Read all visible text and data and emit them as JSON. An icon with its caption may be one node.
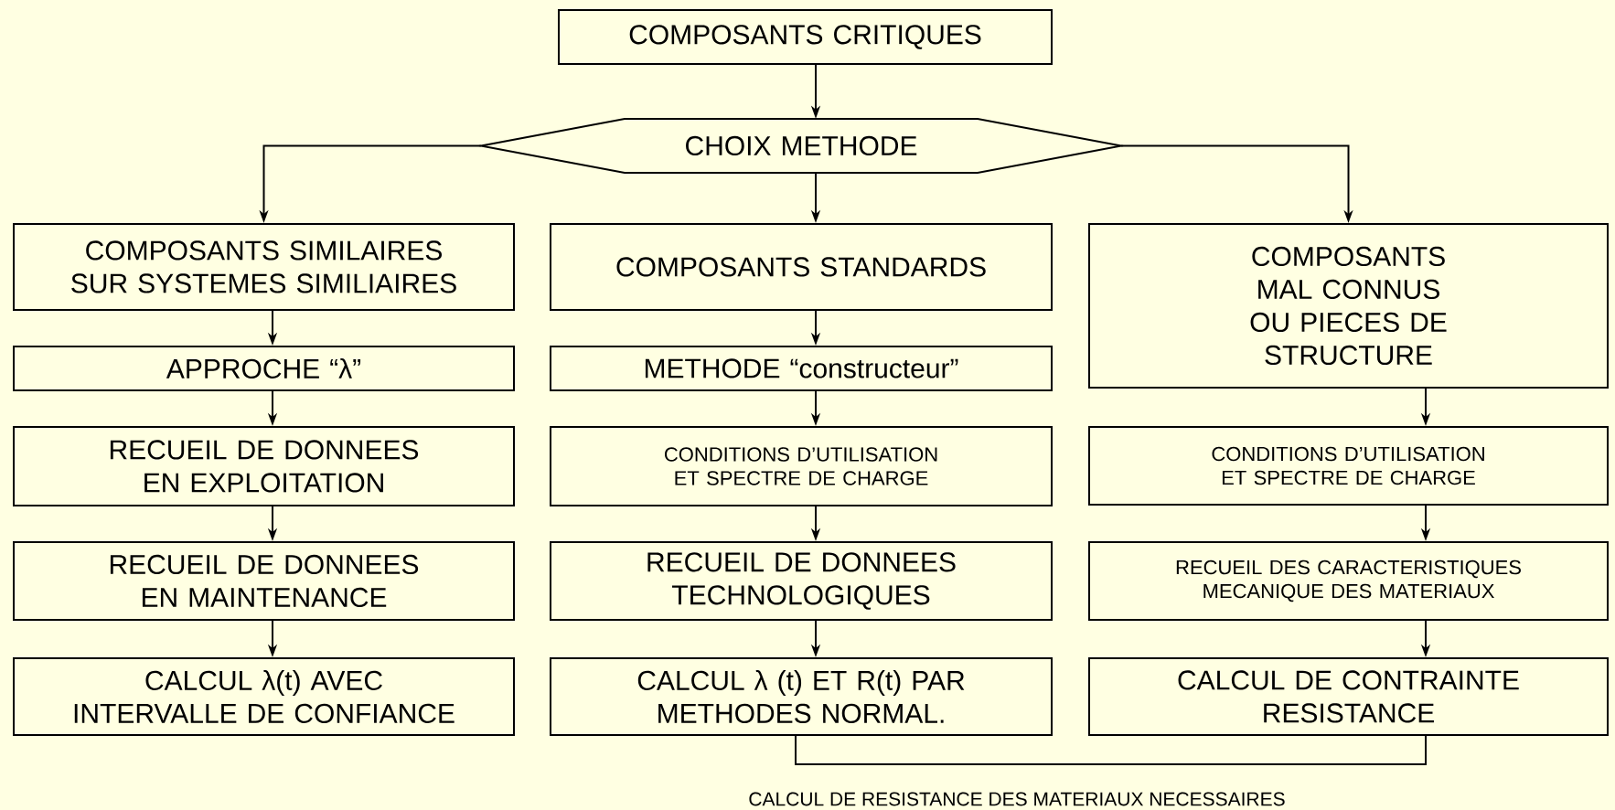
{
  "diagram": {
    "nodes": [
      {
        "text": [
          "COMPOSANTS CRITIQUES"
        ]
      },
      {
        "text": [
          "CHOIX METHODE"
        ]
      },
      {
        "text": [
          "COMPOSANTS SIMILAIRES SUR SYSTEMES SIMILIAIRES"
        ]
      },
      {
        "text": [
          "COMPOSANTS STANDARDS"
        ]
      },
      {
        "text": [
          "COMPOSANTS MAL CONNUS OU PIECES DE STRUCTURE"
        ]
      },
      {
        "text": [
          "APPROCHE “λ”"
        ]
      },
      {
        "text": [
          "METHODE “constructeur”"
        ]
      },
      {
        "text": [
          "RECUEIL DE DONNEES EN EXPLOITATION"
        ]
      },
      {
        "text": [
          "CONDITIONS D’UTILISATION ET SPECTRE DE CHARGE"
        ]
      },
      {
        "text": [
          "CONDITIONS D’UTILISATION ET SPECTRE DE CHARGE"
        ]
      },
      {
        "text": [
          "RECUEIL DE DONNEES EN MAINTENANCE"
        ]
      },
      {
        "text": [
          "RECUEIL DE DONNEES TECHNOLOGIQUES"
        ]
      },
      {
        "text": [
          "RECUEIL DES CARACTERISTIQUES MECANIQUE DES MATERIAUX"
        ]
      },
      {
        "text": [
          "CALCUL λ(t) AVEC INTERVALLE DE CONFIANCE"
        ]
      },
      {
        "text": [
          "CALCUL λ (t) ET R(t) PAR METHODES NORMAL."
        ]
      },
      {
        "text": [
          "CALCUL DE CONTRAINTE RESISTANCE"
        ]
      }
    ],
    "edges": [
      {
        "from": 0,
        "to": 1,
        "arrow": "to"
      },
      {
        "from": 1,
        "to": 2,
        "arrow": "to"
      },
      {
        "from": 1,
        "to": 3,
        "arrow": "to"
      },
      {
        "from": 1,
        "to": 4,
        "arrow": "to"
      },
      {
        "from": 2,
        "to": 5,
        "arrow": "to"
      },
      {
        "from": 5,
        "to": 7,
        "arrow": "to"
      },
      {
        "from": 7,
        "to": 10,
        "arrow": "to"
      },
      {
        "from": 10,
        "to": 13,
        "arrow": "to"
      },
      {
        "from": 3,
        "to": 6,
        "arrow": "to"
      },
      {
        "from": 6,
        "to": 8,
        "arrow": "to"
      },
      {
        "from": 8,
        "to": 11,
        "arrow": "to"
      },
      {
        "from": 11,
        "to": 14,
        "arrow": "to"
      },
      {
        "from": 4,
        "to": 9,
        "arrow": "to"
      },
      {
        "from": 9,
        "to": 12,
        "arrow": "to"
      },
      {
        "from": 12,
        "to": 15,
        "arrow": "to"
      },
      {
        "from": 14,
        "to": 15,
        "arrow": "none",
        "label": "CALCUL DE RESISTANCE DES MATERIAUX NECESSAIRES"
      }
    ]
  }
}
